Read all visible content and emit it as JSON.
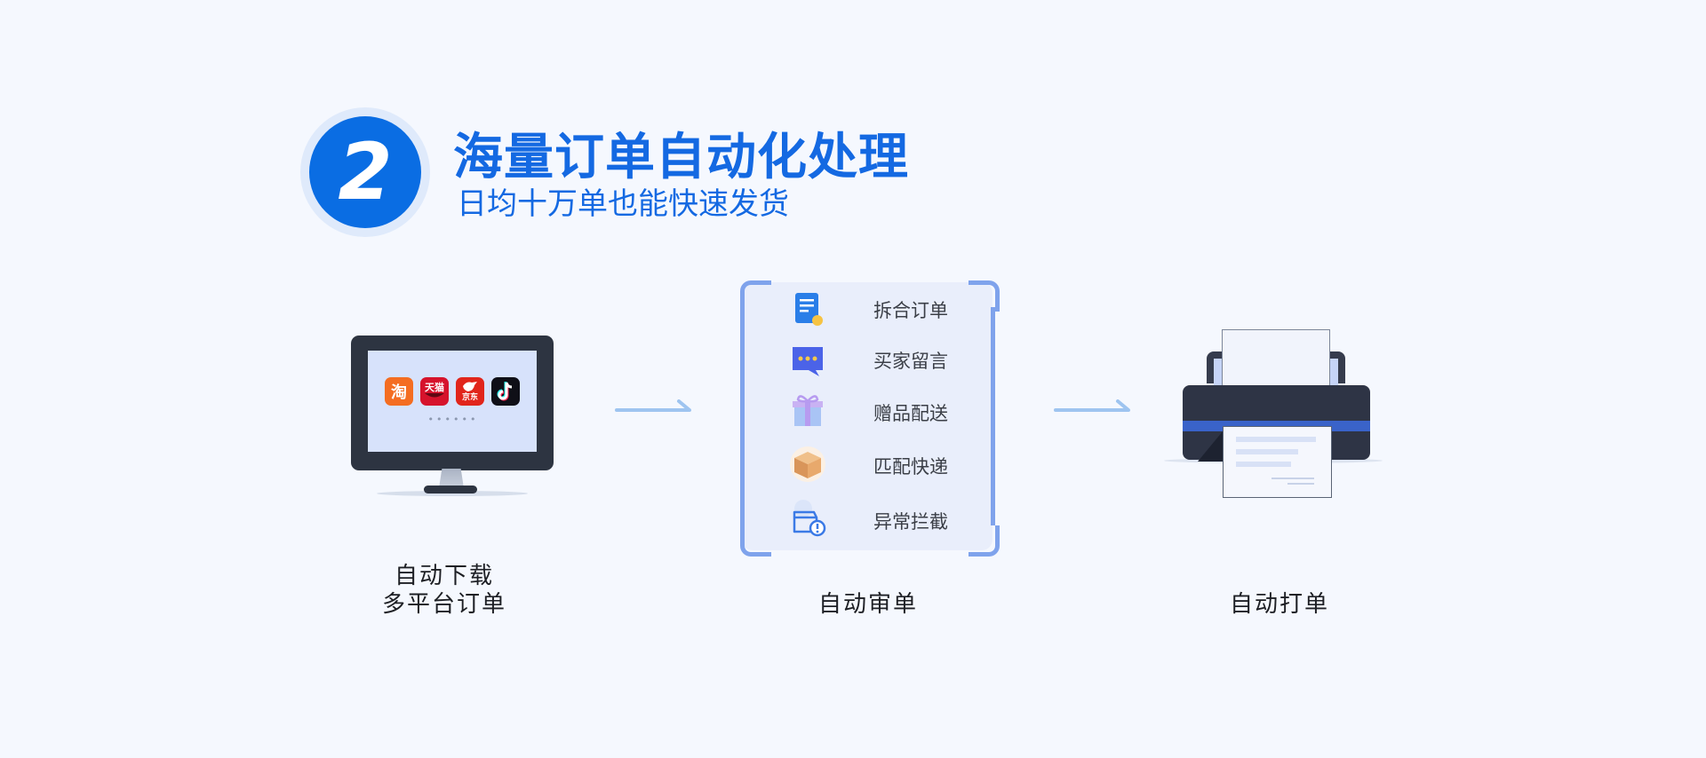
{
  "header": {
    "step_number": "2",
    "title": "海量订单自动化处理",
    "subtitle": "日均十万单也能快速发货"
  },
  "monitor": {
    "apps": [
      {
        "name": "taobao-icon",
        "text": "淘",
        "color": "#f46d21"
      },
      {
        "name": "tmall-icon",
        "text": "天猫",
        "color": "#d6132c"
      },
      {
        "name": "jd-icon",
        "text": "京东",
        "color": "#e1251b"
      },
      {
        "name": "douyin-icon",
        "text": "♪",
        "color": "#0f0f17"
      }
    ],
    "more_dots": "••••••",
    "caption_line1": "自动下载",
    "caption_line2": "多平台订单"
  },
  "review": {
    "steps": [
      {
        "label": "拆合订单",
        "icon": "document-icon"
      },
      {
        "label": "买家留言",
        "icon": "message-icon"
      },
      {
        "label": "赠品配送",
        "icon": "gift-icon"
      },
      {
        "label": "匹配快递",
        "icon": "package-icon"
      },
      {
        "label": "异常拦截",
        "icon": "alert-box-icon"
      }
    ],
    "caption": "自动审单"
  },
  "printer": {
    "caption": "自动打单"
  },
  "colors": {
    "background": "#f5f8fe",
    "primary": "#1469e2",
    "badge": "#0a6de3",
    "frame_accent": "#7fa3ec",
    "arrow": "#9ec4f0",
    "dark": "#2e3445"
  }
}
